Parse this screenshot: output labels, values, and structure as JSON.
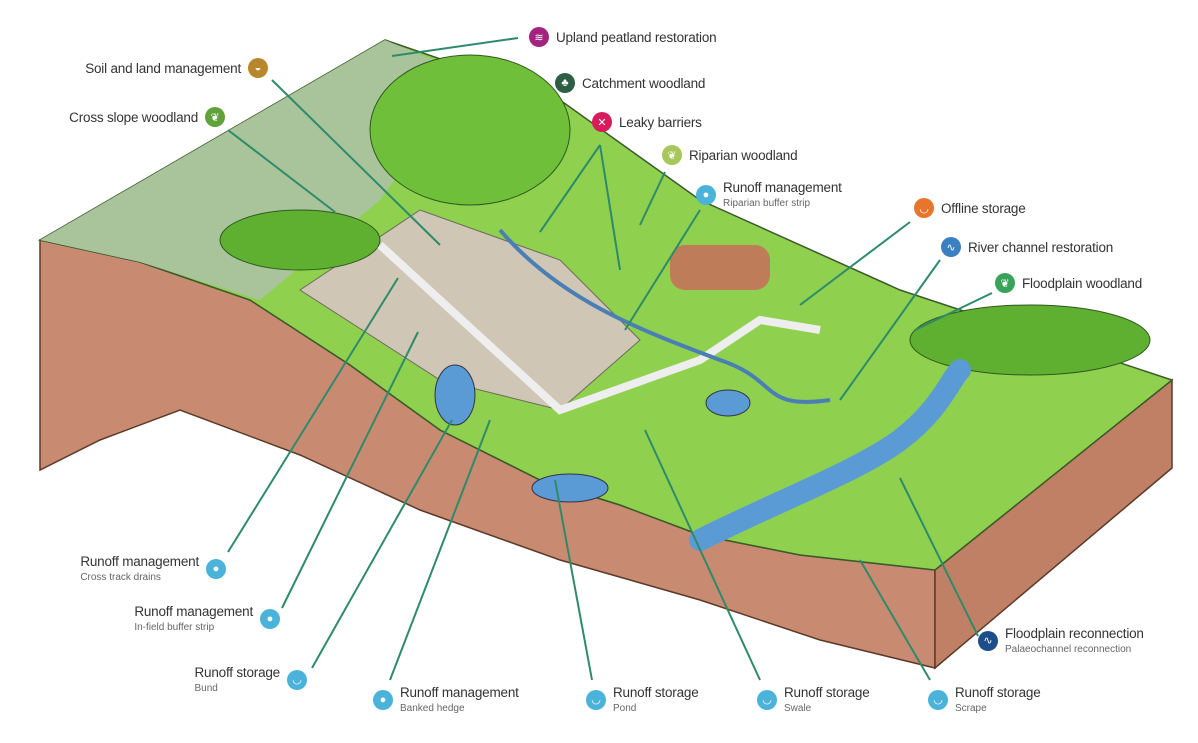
{
  "labels": [
    {
      "key": "upland",
      "title": "Upland peatland restoration",
      "sub": "",
      "icon": "peat-icon",
      "color": "#a3237f"
    },
    {
      "key": "soil",
      "title": "Soil and land management",
      "sub": "",
      "icon": "soil-icon",
      "color": "#b8862b"
    },
    {
      "key": "crossslope",
      "title": "Cross slope woodland",
      "sub": "",
      "icon": "leaf-icon",
      "color": "#5fa33a"
    },
    {
      "key": "catchment",
      "title": "Catchment woodland",
      "sub": "",
      "icon": "tree-icon",
      "color": "#2e5e44"
    },
    {
      "key": "leaky",
      "title": "Leaky barriers",
      "sub": "",
      "icon": "barrier-icon",
      "color": "#d81b5a"
    },
    {
      "key": "riparian",
      "title": "Riparian woodland",
      "sub": "",
      "icon": "leaf-icon",
      "color": "#a6c75a"
    },
    {
      "key": "riparianbuffer",
      "title": "Runoff management",
      "sub": "Riparian buffer strip",
      "icon": "water-drop-icon",
      "color": "#4bb3d9"
    },
    {
      "key": "offline",
      "title": "Offline storage",
      "sub": "",
      "icon": "storage-icon",
      "color": "#e8752c"
    },
    {
      "key": "river",
      "title": "River channel restoration",
      "sub": "",
      "icon": "river-icon",
      "color": "#3a7fc1"
    },
    {
      "key": "floodwood",
      "title": "Floodplain woodland",
      "sub": "",
      "icon": "leaf-icon",
      "color": "#3aa35a"
    },
    {
      "key": "reconnect",
      "title": "Floodplain reconnection",
      "sub": "Palaeochannel reconnection",
      "icon": "river-icon",
      "color": "#1c4f8a"
    },
    {
      "key": "crosstrack",
      "title": "Runoff management",
      "sub": "Cross track drains",
      "icon": "water-drop-icon",
      "color": "#4bb3d9"
    },
    {
      "key": "infield",
      "title": "Runoff management",
      "sub": "In-field buffer strip",
      "icon": "water-drop-icon",
      "color": "#4bb3d9"
    },
    {
      "key": "bund",
      "title": "Runoff storage",
      "sub": "Bund",
      "icon": "storage-icon",
      "color": "#4bb3d9"
    },
    {
      "key": "hedge",
      "title": "Runoff management",
      "sub": "Banked hedge",
      "icon": "water-drop-icon",
      "color": "#4bb3d9"
    },
    {
      "key": "pond",
      "title": "Runoff storage",
      "sub": "Pond",
      "icon": "storage-icon",
      "color": "#4bb3d9"
    },
    {
      "key": "swale",
      "title": "Runoff storage",
      "sub": "Swale",
      "icon": "storage-icon",
      "color": "#4bb3d9"
    },
    {
      "key": "scrape",
      "title": "Runoff storage",
      "sub": "Scrape",
      "icon": "storage-icon",
      "color": "#4bb3d9"
    }
  ],
  "colors": {
    "leader": "#2e8b6a",
    "soil": "#c98a72",
    "grass": "#8fd14f",
    "water": "#5b9bd5",
    "hill": "#a9c49a"
  }
}
